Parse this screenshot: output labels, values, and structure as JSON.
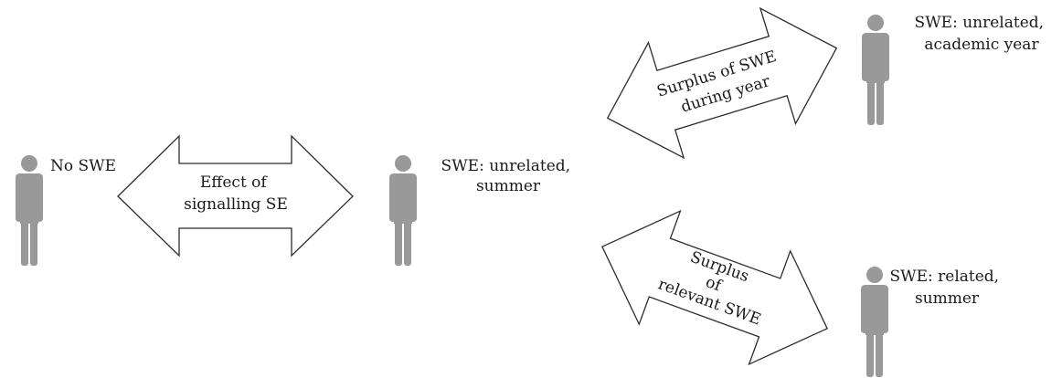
{
  "persons": [
    {
      "id": "no-swe",
      "label_lines": [
        "No SWE"
      ]
    },
    {
      "id": "unrelated-summer",
      "label_lines": [
        "SWE: unrelated,",
        "summer"
      ]
    },
    {
      "id": "unrelated-academic-year",
      "label_lines": [
        "SWE: unrelated,",
        "academic year"
      ]
    },
    {
      "id": "related-summer",
      "label_lines": [
        "SWE: related,",
        "summer"
      ]
    }
  ],
  "arrows": [
    {
      "id": "effect-signalling",
      "label_lines": [
        "Effect of",
        "signalling SE"
      ]
    },
    {
      "id": "surplus-during-year",
      "label_lines": [
        "Surplus of SWE",
        "during year"
      ]
    },
    {
      "id": "surplus-relevant",
      "label_lines": [
        "Surplus",
        "of",
        "relevant SWE"
      ]
    }
  ],
  "colors": {
    "person_fill": "#999999",
    "arrow_stroke": "#2b2b2b",
    "text": "#1a1a1a"
  }
}
